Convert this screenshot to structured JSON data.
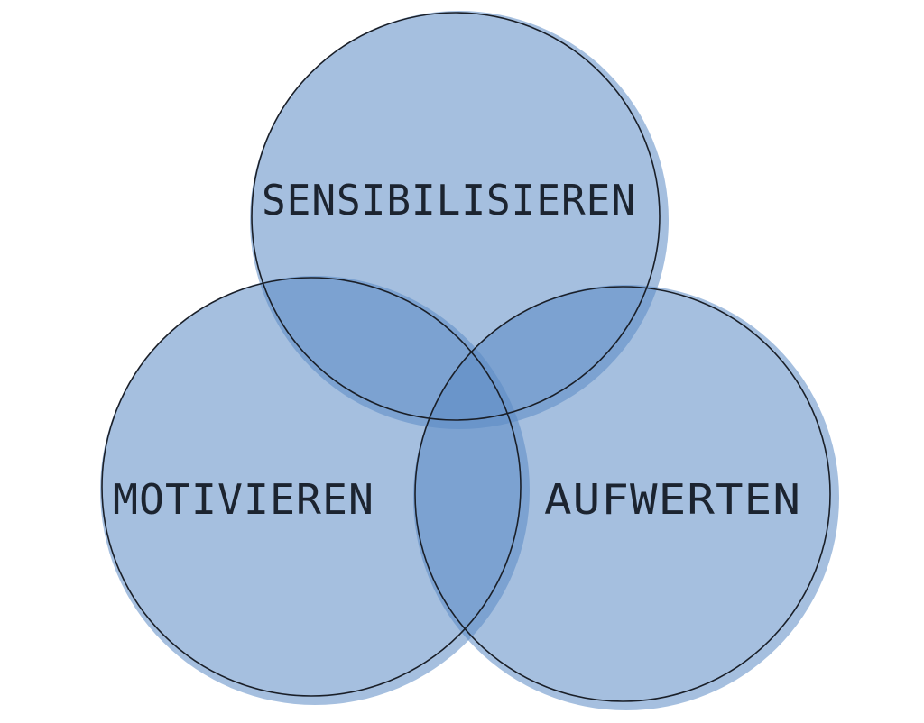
{
  "diagram": {
    "type": "venn",
    "fill_color": "#5b8ac4",
    "stroke_color": "#1a1f28",
    "sets": [
      {
        "id": "top",
        "label": "SENSIBILISIEREN"
      },
      {
        "id": "left",
        "label": "MOTIVIEREN"
      },
      {
        "id": "right",
        "label": "AUFWERTEN"
      }
    ]
  }
}
